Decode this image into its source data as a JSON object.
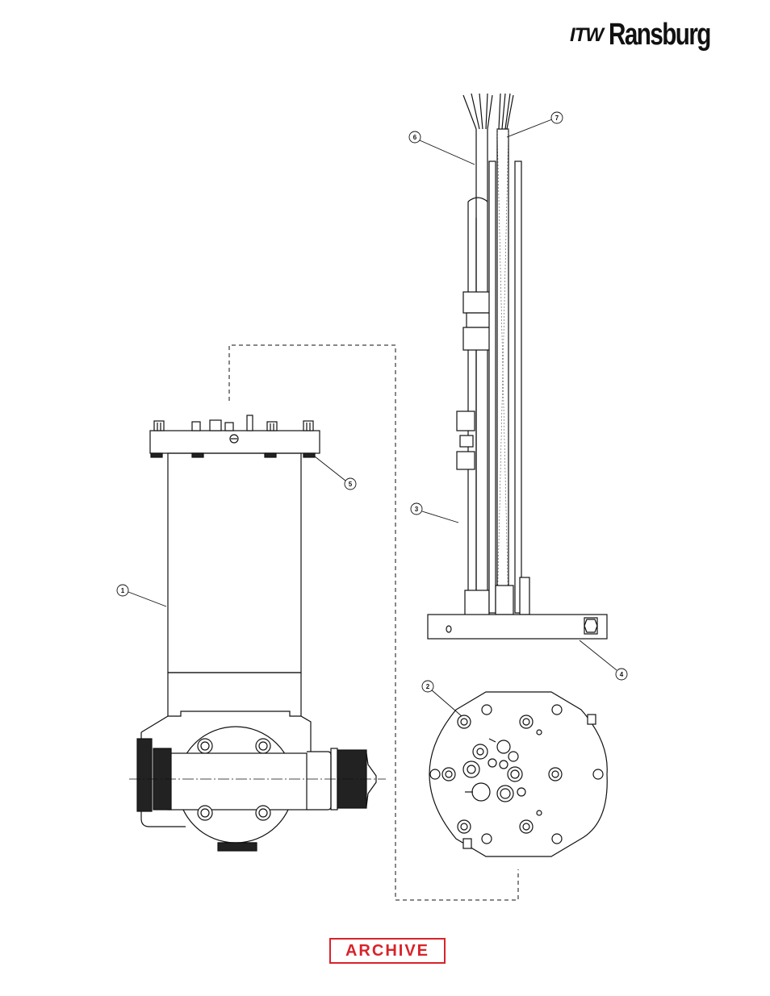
{
  "brand": {
    "prefix": "ITW",
    "name": "Ransburg"
  },
  "callouts": [
    "1",
    "2",
    "3",
    "4",
    "5",
    "6",
    "7"
  ],
  "stamp": {
    "label": "ARCHIVE",
    "color": "#d8232a"
  },
  "colors": {
    "line": "#111111",
    "cable_braid": "#555555"
  }
}
